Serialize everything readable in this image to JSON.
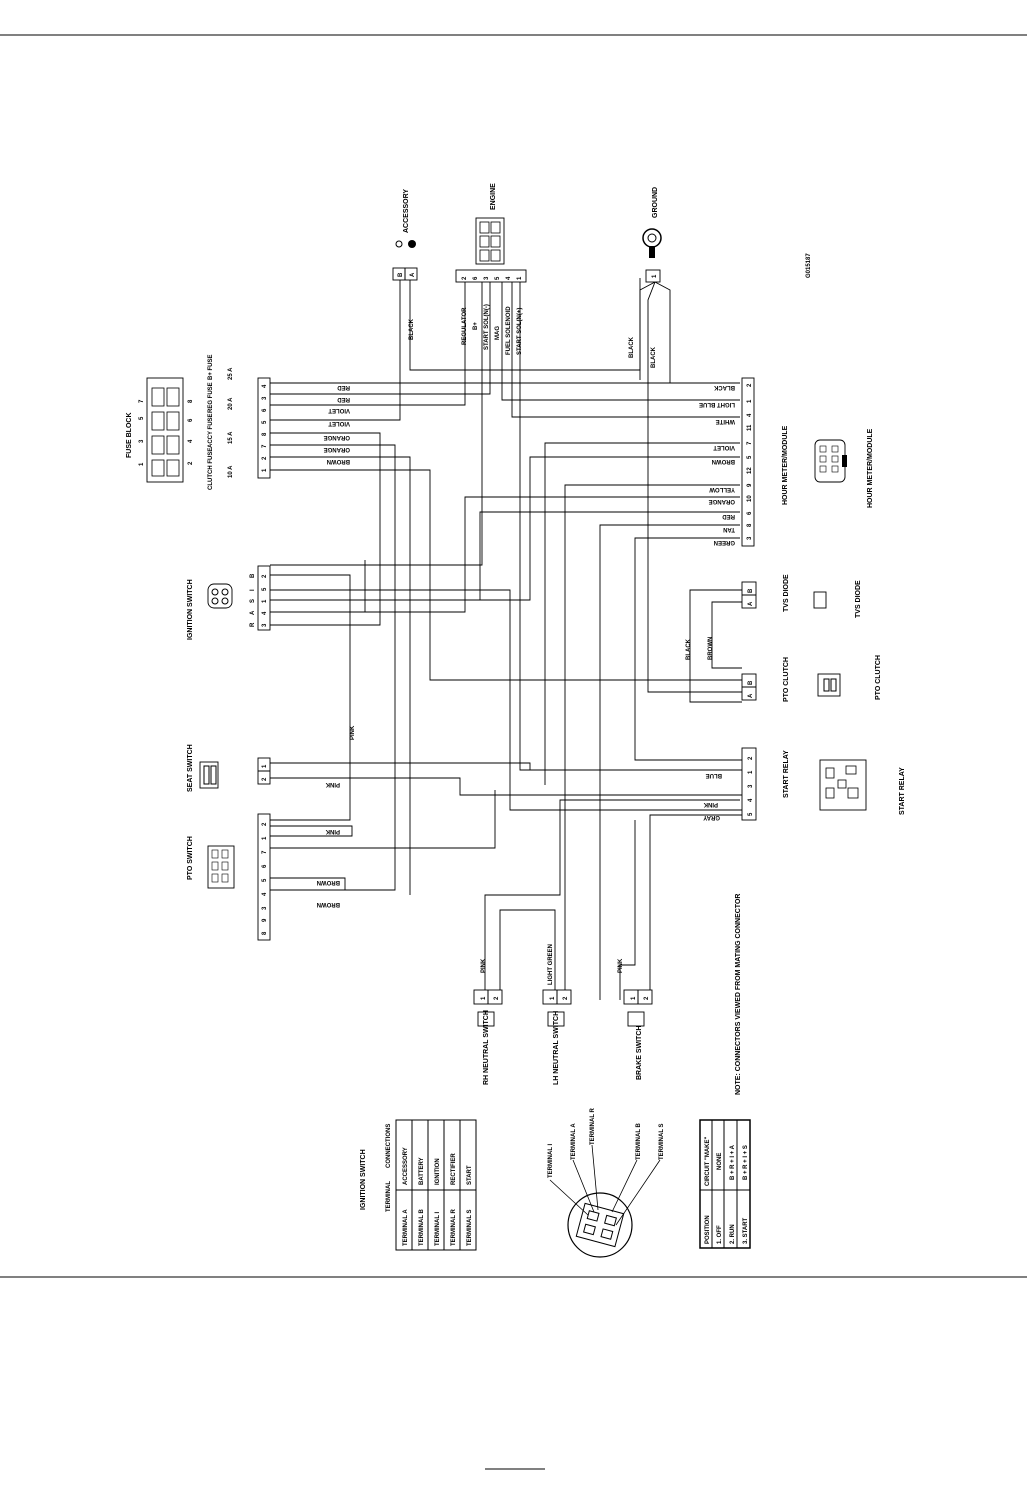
{
  "drawing_id": "G015187",
  "fuse_block": {
    "title": "FUSE BLOCK",
    "cavity_numbers_top": [
      "1",
      "3",
      "5",
      "7"
    ],
    "cavity_numbers_bottom": [
      "2",
      "4",
      "6",
      "8"
    ],
    "fuses": [
      {
        "name": "CLUTCH FUSE",
        "rating": "10 A"
      },
      {
        "name": "ACCY FUSE",
        "rating": "15 A"
      },
      {
        "name": "REG FUSE",
        "rating": "20 A"
      },
      {
        "name": "B+ FUSE",
        "rating": "25 A"
      }
    ],
    "connector_pins": [
      "4",
      "3",
      "6",
      "5",
      "8",
      "7",
      "2",
      "1"
    ]
  },
  "components": {
    "accessory": {
      "title": "ACCESSORY",
      "pins": [
        "B",
        "A"
      ]
    },
    "engine": {
      "title": "ENGINE",
      "pins": [
        "2",
        "6",
        "3",
        "5",
        "4",
        "1"
      ],
      "pin_labels": [
        "REGULATOR",
        "B+",
        "START SOL(N(-)",
        "MAG",
        "FUEL SOLENOID",
        "START SOL(N(+)"
      ]
    },
    "ground": {
      "title": "GROUND",
      "pins": [
        "1"
      ]
    },
    "hour_meter": {
      "title": "HOUR METER/MODULE",
      "pins": [
        "2",
        "1",
        "4",
        "11",
        "7",
        "5",
        "12",
        "9",
        "10",
        "6",
        "8",
        "3"
      ]
    },
    "ignition_switch": {
      "title": "IGNITION SWITCH",
      "pins": [
        "2",
        "5",
        "1",
        "4",
        "3"
      ],
      "pin_letters": [
        "B",
        "I",
        "S",
        "A",
        "R"
      ]
    },
    "tvs_diode": {
      "title": "TVS DIODE",
      "pins": [
        "B",
        "A"
      ]
    },
    "pto_clutch": {
      "title": "PTO CLUTCH",
      "pins": [
        "B",
        "A"
      ]
    },
    "seat_switch": {
      "title": "SEAT SWITCH",
      "pins": [
        "1",
        "2"
      ]
    },
    "start_relay": {
      "title": "START RELAY",
      "pins": [
        "2",
        "1",
        "3",
        "4",
        "5"
      ]
    },
    "pto_switch": {
      "title": "PTO SWITCH",
      "pins": [
        "2",
        "1",
        "7",
        "6",
        "5",
        "4",
        "3",
        "9",
        "8"
      ]
    },
    "rh_neutral": {
      "title": "RH NEUTRAL SWITCH",
      "pins": [
        "1",
        "2"
      ]
    },
    "lh_neutral": {
      "title": "LH NEUTRAL SWITCH",
      "pins": [
        "1",
        "2"
      ]
    },
    "brake_switch": {
      "title": "BRAKE SWITCH",
      "pins": [
        "1",
        "2"
      ]
    }
  },
  "wire_colors": [
    "BLACK",
    "RED",
    "VIOLET",
    "ORANGE",
    "BROWN",
    "LIGHT BLUE",
    "WHITE",
    "YELLOW",
    "TAN",
    "GREEN",
    "PINK",
    "BLUE",
    "GRAY",
    "LIGHT GREEN"
  ],
  "note": "NOTE: CONNECTORS VIEWED FROM MATING CONNECTOR",
  "ignition_table": {
    "title": "IGNITION SWITCH",
    "headers": [
      "TERMINAL",
      "CONNECTIONS"
    ],
    "rows": [
      [
        "TERMINAL A",
        "ACCESSORY"
      ],
      [
        "TERMINAL B",
        "BATTERY"
      ],
      [
        "TERMINAL I",
        "IGNITION"
      ],
      [
        "TERMINAL R",
        "RECTIFIER"
      ],
      [
        "TERMINAL S",
        "START"
      ]
    ]
  },
  "terminal_labels": [
    "TERMINAL I",
    "TERMINAL A",
    "TERMINAL R",
    "TERMINAL B",
    "TERMINAL S"
  ],
  "position_table": {
    "headers": [
      "POSITION",
      "CIRCUIT \"MAKE\""
    ],
    "rows": [
      [
        "1. OFF",
        "NONE"
      ],
      [
        "2. RUN",
        "B + R + I + A"
      ],
      [
        "3. START",
        "B + R + I + S"
      ]
    ]
  },
  "colors": {
    "ink": "#000000",
    "paper": "#ffffff"
  }
}
